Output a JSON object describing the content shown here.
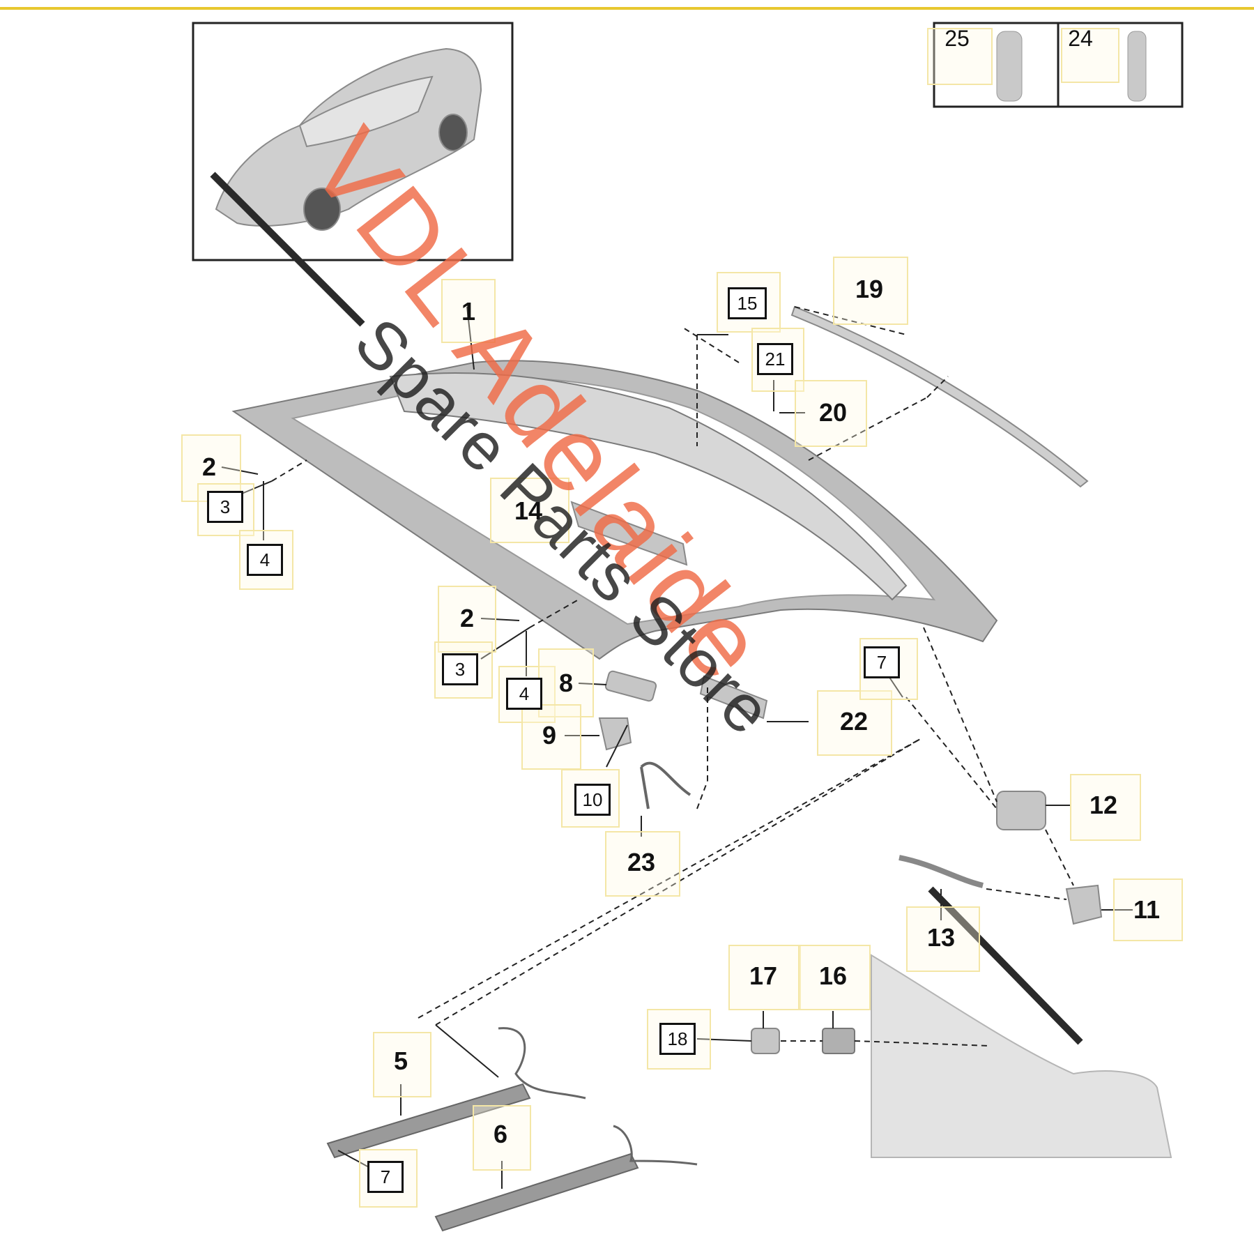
{
  "colors": {
    "accent_rule": "#e8c830",
    "watermark_main": "#ef6a46",
    "watermark_sub": "#1e1e1e",
    "line": "#222222"
  },
  "watermark": {
    "line1": "VDL Adelaide",
    "line2": "Spare Parts Store"
  },
  "legend": {
    "part_25": "25",
    "part_24": "24"
  },
  "callouts": {
    "p1": "1",
    "p2a": "2",
    "p2b": "2",
    "p3a": "3",
    "p3b": "3",
    "p4a": "4",
    "p4b": "4",
    "p5": "5",
    "p6": "6",
    "p7a": "7",
    "p7b": "7",
    "p8": "8",
    "p9": "9",
    "p10": "10",
    "p11": "11",
    "p12": "12",
    "p13": "13",
    "p14": "14",
    "p15": "15",
    "p16": "16",
    "p17": "17",
    "p18": "18",
    "p19": "19",
    "p20": "20",
    "p21": "21",
    "p22": "22",
    "p23": "23"
  }
}
